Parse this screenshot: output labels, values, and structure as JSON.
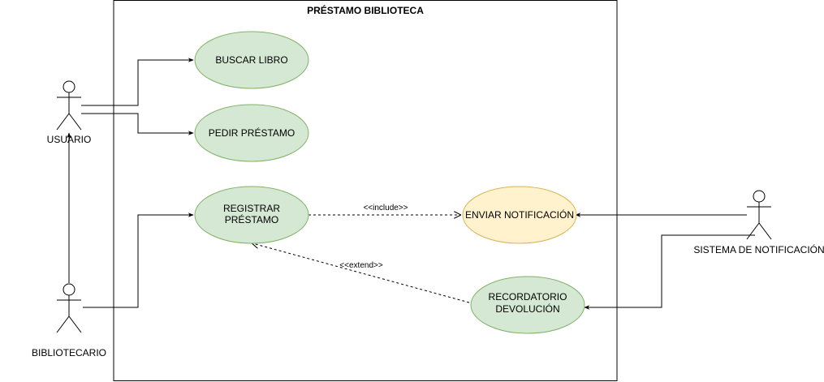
{
  "system": {
    "title": "PRÉSTAMO BIBLIOTECA"
  },
  "use_cases": {
    "buscar": {
      "lines": [
        "BUSCAR LIBRO"
      ]
    },
    "pedir": {
      "lines": [
        "PEDIR PRÉSTAMO"
      ]
    },
    "registrar": {
      "lines": [
        "REGISTRAR",
        "PRÉSTAMO"
      ]
    },
    "enviar": {
      "lines": [
        "ENVIAR NOTIFICACIÓN"
      ]
    },
    "recordatorio": {
      "lines": [
        "RECORDATORIO",
        "DEVOLUCIÓN"
      ]
    }
  },
  "actors": {
    "usuario": {
      "label": "USUARIO"
    },
    "bibliotecario": {
      "label": "BIBLIOTECARIO"
    },
    "sistema": {
      "label": "SISTEMA DE NOTIFICACIÓN"
    }
  },
  "relations": {
    "include": {
      "label": "<<include>>"
    },
    "extend": {
      "label": "<<extend>>"
    }
  },
  "colors": {
    "green_fill": "#d5e8d4",
    "green_stroke": "#82b366",
    "yellow_fill": "#fff2cc",
    "yellow_stroke": "#d6b656",
    "line": "#000000"
  }
}
